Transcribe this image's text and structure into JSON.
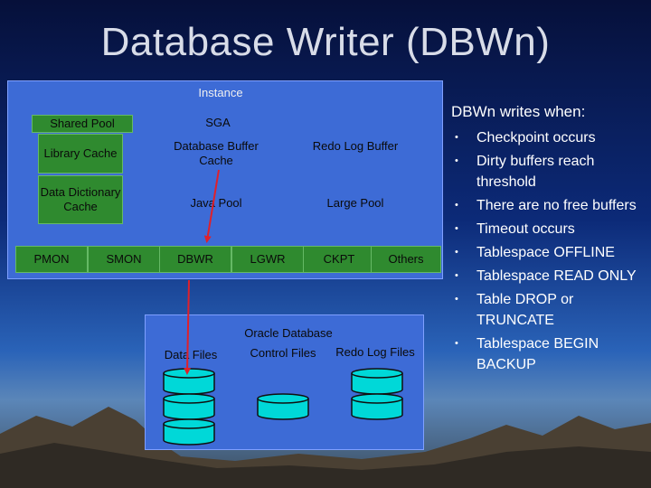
{
  "slide": {
    "title": "Database Writer (DBWn)"
  },
  "instance": {
    "label": "Instance",
    "shared_pool_label": "Shared Pool",
    "library_cache": "Library Cache",
    "data_dictionary_cache": "Data Dictionary Cache",
    "sga_label": "SGA",
    "database_buffer_cache": "Database Buffer Cache",
    "redo_log_buffer": "Redo Log Buffer",
    "java_pool": "Java Pool",
    "large_pool": "Large Pool",
    "processes": [
      "PMON",
      "SMON",
      "DBWR",
      "LGWR",
      "CKPT",
      "Others"
    ]
  },
  "database": {
    "label": "Oracle Database",
    "data_files": "Data Files",
    "control_files": "Control Files",
    "redo_log_files": "Redo Log Files"
  },
  "writes_when": {
    "heading": "DBWn writes when:",
    "bullet_glyph": "•",
    "items": [
      "Checkpoint occurs",
      "Dirty buffers reach threshold",
      "There are no free buffers",
      "Timeout occurs",
      "Tablespace OFFLINE",
      "Tablespace READ ONLY",
      "Table DROP or TRUNCATE",
      "Tablespace BEGIN BACKUP"
    ]
  },
  "colors": {
    "instance_fill": "#3d6bd6",
    "green_fill": "#2f8a2f",
    "cylinder_fill": "#00d8d8",
    "arrow": "#e0202a"
  }
}
